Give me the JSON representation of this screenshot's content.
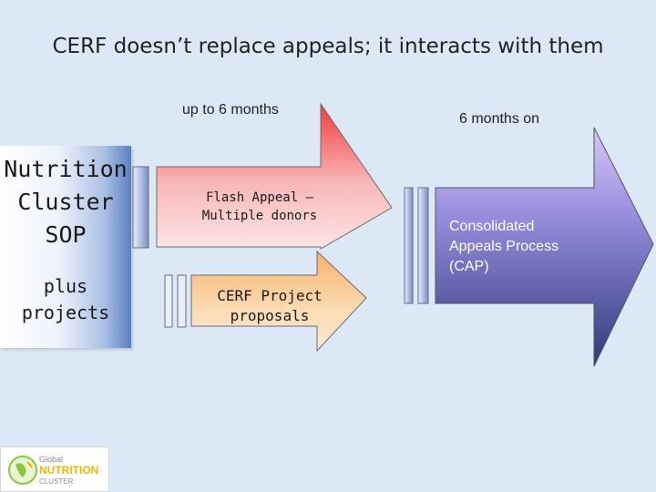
{
  "title": "CERF doesn’t replace appeals; it interacts with them",
  "time_labels": {
    "short_term": "up to 6 months",
    "long_term": "6 months on"
  },
  "sop": {
    "title": "Nutrition Cluster SOP",
    "subtitle": "plus projects"
  },
  "flash_appeal": {
    "label": "Flash Appeal – Multiple donors"
  },
  "cerf": {
    "label": "CERF Project proposals"
  },
  "cap": {
    "label": "Consolidated Appeals Process (CAP)"
  },
  "logo": {
    "line1": "Global",
    "line2": "NUTRITION",
    "line3": "CLUSTER"
  },
  "colors": {
    "background": "#dde8f7",
    "flash_arrow": "#f05050",
    "cerf_arrow": "#f7c88c",
    "cap_arrow": "#7a72c6",
    "sop_box": "#5a7fc2"
  }
}
